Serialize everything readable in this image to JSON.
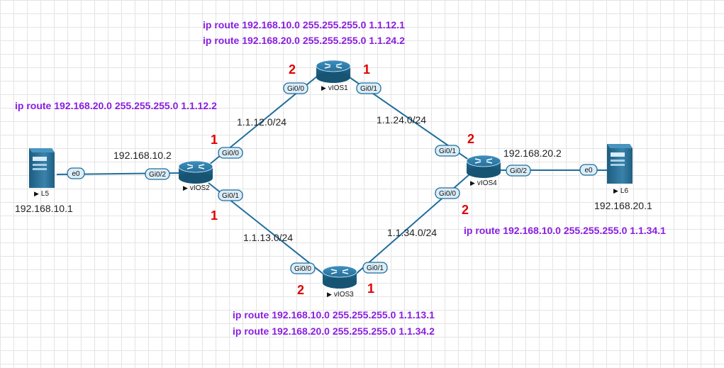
{
  "routes": {
    "vios1_line1": "ip route 192.168.10.0 255.255.255.0 1.1.12.1",
    "vios1_line2": "ip route 192.168.20.0 255.255.255.0 1.1.24.2",
    "vios2_line1": "ip route 192.168.20.0 255.255.255.0 1.1.12.2",
    "vios4_line1": "ip route 192.168.10.0 255.255.255.0 1.1.34.1",
    "vios3_line1": "ip route 192.168.10.0 255.255.255.0 1.1.13.1",
    "vios3_line2": "ip route 192.168.20.0 255.255.255.0 1.1.34.2"
  },
  "networks": {
    "n12": "1.1.12.0/24",
    "n24": "1.1.24.0/24",
    "n13": "1.1.13.0/24",
    "n34": "1.1.34.0/24"
  },
  "hosts": {
    "l5": {
      "name": "L5",
      "ip": "192.168.10.1",
      "iface": "e0"
    },
    "l6": {
      "name": "L6",
      "ip": "192.168.20.1",
      "iface": "e0"
    }
  },
  "routers": {
    "vios1": {
      "name": "vIOS1",
      "left_iface": "Gi0/0",
      "right_iface": "Gi0/1",
      "left_num": "2",
      "right_num": "1"
    },
    "vios2": {
      "name": "vIOS2",
      "ip": "192.168.10.2",
      "lan_iface": "Gi0/2",
      "top_iface": "Gi0/0",
      "bottom_iface": "Gi0/1",
      "top_num": "1",
      "bottom_num": "1"
    },
    "vios3": {
      "name": "vIOS3",
      "left_iface": "Gi0/0",
      "right_iface": "Gi0/1",
      "left_num": "2",
      "right_num": "1"
    },
    "vios4": {
      "name": "vIOS4",
      "ip": "192.168.20.2",
      "lan_iface": "Gi0/2",
      "top_iface": "Gi0/1",
      "bottom_iface": "Gi0/0",
      "top_num": "2",
      "bottom_num": "2"
    }
  },
  "colors": {
    "route_text": "#8a1ee0",
    "port_number": "#e00000",
    "link": "#1f6e9c",
    "router_body": "#2a7aa5",
    "server_body": "#2f6f95"
  }
}
